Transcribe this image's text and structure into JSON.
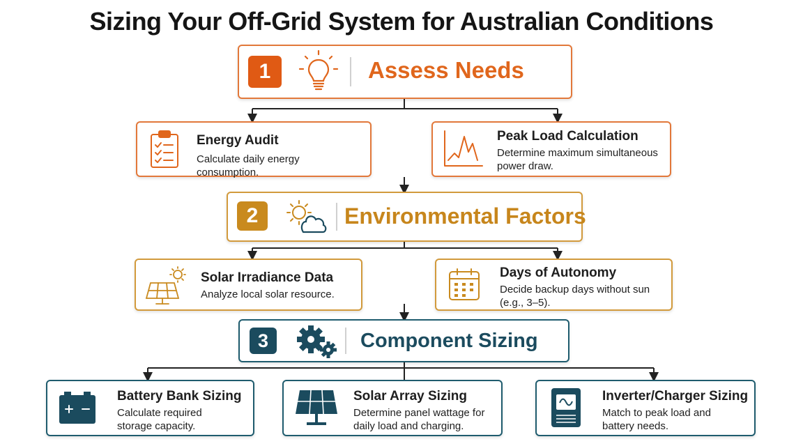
{
  "title": "Sizing Your Off-Grid System for Australian Conditions",
  "colors": {
    "step1": "#e05a14",
    "step1_text": "#e0661c",
    "step2": "#c98a1e",
    "step2_text": "#c7861c",
    "step3": "#1b4b5e",
    "step3_text": "#1b4b5e",
    "connector": "#222222"
  },
  "steps": [
    {
      "number": "1",
      "title": "Assess Needs",
      "icon": "lightbulb-icon",
      "cards": [
        {
          "title": "Energy Audit",
          "description": "Calculate daily energy consumption.",
          "icon": "clipboard-checklist-icon"
        },
        {
          "title": "Peak Load Calculation",
          "description": "Determine maximum simultaneous power draw.",
          "icon": "peak-chart-icon"
        }
      ]
    },
    {
      "number": "2",
      "title": "Environmental Factors",
      "icon": "sun-cloud-icon",
      "cards": [
        {
          "title": "Solar Irradiance Data",
          "description": "Analyze local solar resource.",
          "icon": "solar-panel-sun-icon"
        },
        {
          "title": "Days of Autonomy",
          "description": "Decide backup days without sun (e.g., 3–5).",
          "icon": "calendar-icon"
        }
      ]
    },
    {
      "number": "3",
      "title": "Component Sizing",
      "icon": "gears-icon",
      "cards": [
        {
          "title": "Battery Bank Sizing",
          "description": "Calculate required storage capacity.",
          "icon": "battery-icon"
        },
        {
          "title": "Solar Array Sizing",
          "description": "Determine panel wattage for daily load and charging.",
          "icon": "solar-panel-icon"
        },
        {
          "title": "Inverter/Charger Sizing",
          "description": "Match to peak load and battery needs.",
          "icon": "inverter-icon"
        }
      ]
    }
  ]
}
